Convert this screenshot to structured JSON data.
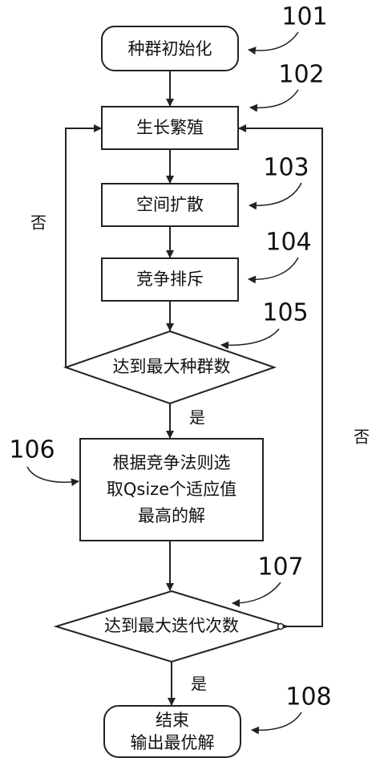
{
  "colors": {
    "stroke": "#222222",
    "text": "#111111",
    "background": "#ffffff"
  },
  "nodes": {
    "init": "种群初始化",
    "grow": "生长繁殖",
    "spread": "空间扩散",
    "compete": "竞争排斥",
    "max_pop": "达到最大种群数",
    "select": [
      "根据竞争法则选",
      "取Qsize个适应值",
      "最高的解"
    ],
    "max_iter": "达到最大迭代次数",
    "end": [
      "结束",
      "输出最优解"
    ]
  },
  "refs": {
    "r101": "101",
    "r102": "102",
    "r103": "103",
    "r104": "104",
    "r105": "105",
    "r106": "106",
    "r107": "107",
    "r108": "108"
  },
  "branches": {
    "no_left": "否",
    "yes_pop": "是",
    "no_right": "否",
    "yes_iter": "是"
  }
}
